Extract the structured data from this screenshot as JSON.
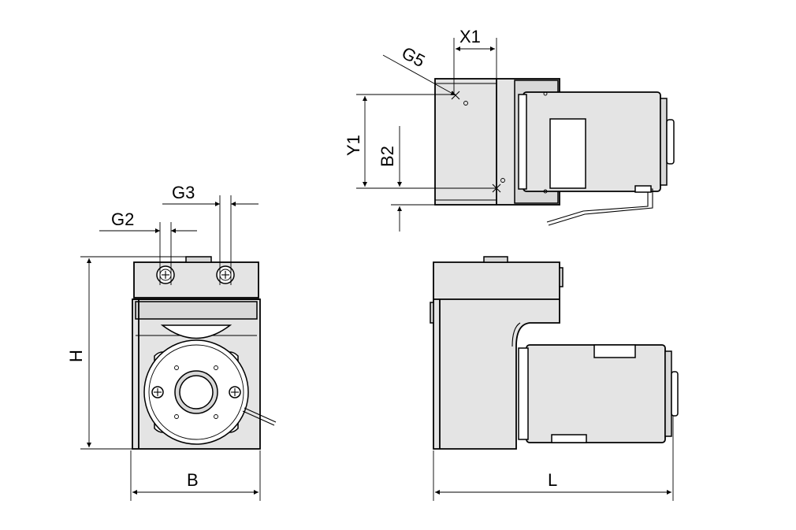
{
  "labels": {
    "G2": "G2",
    "G3": "G3",
    "H": "H",
    "B": "B",
    "X1": "X1",
    "G5": "G5",
    "Y1": "Y1",
    "B2": "B2",
    "L": "L"
  },
  "colors": {
    "part_fill": "#e4e4e4",
    "line": "#000000",
    "background": "#ffffff"
  }
}
